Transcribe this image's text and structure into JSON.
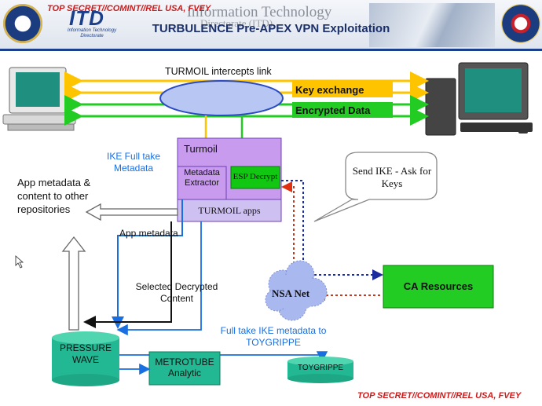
{
  "header": {
    "classification_top": "TOP SECRET//COMINT//REL USA, FVEY",
    "logo_text": "ITD",
    "logo_subtitle": "Information Technology Directorate",
    "department_title": "Information Technology",
    "department_subtitle": "Directorate (ITD)",
    "main_title": "TURBULENCE Pre-APEX VPN Exploitation"
  },
  "diagram": {
    "intercept_label": "TURMOIL intercepts link",
    "key_exchange_label": "Key exchange",
    "encrypted_data_label": "Encrypted Data",
    "turmoil_label": "Turmoil",
    "metadata_extractor_label": "Metadata Extractor",
    "esp_decrypt_label": "ESP Decrypt",
    "turmoil_apps_label": "TURMOIL apps",
    "ike_full_take_label": "IKE Full take Metadata",
    "send_ike_label": "Send IKE - Ask for Keys",
    "app_metadata_repos_label": "App metadata & content to other repositories",
    "app_metadata_label": "App metadata",
    "selected_decrypted_label": "Selected Decrypted Content",
    "nsa_net_label": "NSA Net",
    "ca_resources_label": "CA Resources",
    "pressure_wave_label": "PRESSURE WAVE",
    "metrotube_label": "METROTUBE Analytic",
    "toygrippe_label": "TOYGRIPPE",
    "full_take_ike_label": "Full take IKE metadata to TOYGRIPPE"
  },
  "footer": {
    "classification_bottom": "TOP SECRET//COMINT//REL USA, FVEY"
  },
  "colors": {
    "key_exchange": "#ffc400",
    "encrypted_data": "#22cc22",
    "turmoil_box": "#c89bef",
    "green_box": "#11c711",
    "ca_resources": "#22cc22",
    "teal_box": "#22b893",
    "cloud_blue": "#a9b8ee",
    "arrow_blue": "#1a6fe0",
    "dotted_navy": "#1c2c9c",
    "dotted_red": "#e03010",
    "classification_red": "#d01818"
  }
}
